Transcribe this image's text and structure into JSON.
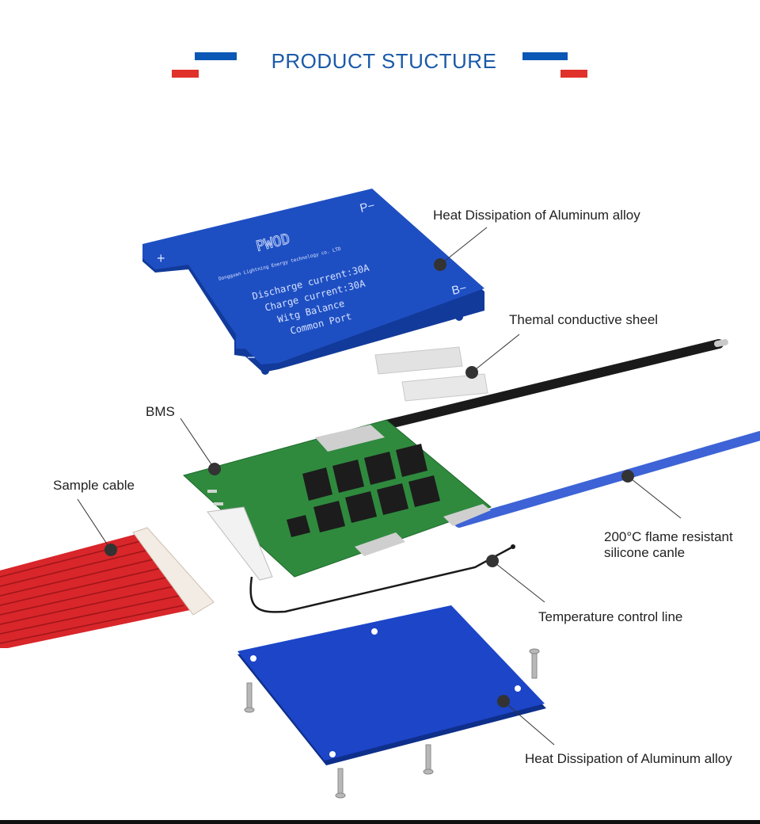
{
  "header": {
    "title": "PRODUCT STUCTURE",
    "colors": {
      "blue": "#0b57b5",
      "red": "#e0322a",
      "title": "#1a5aa8"
    }
  },
  "board": {
    "label_plus": "+",
    "label_minus": "−",
    "label_p_minus": "P−",
    "label_b_minus": "B−",
    "brand": "PWOD",
    "company": "Dongguan Lightning Energy technology co. LTD",
    "lines": [
      "Discharge current:30A",
      "Charge current:30A",
      "Witg Balance",
      "Common Port"
    ]
  },
  "callouts": {
    "heat_top": "Heat Dissipation of Aluminum alloy",
    "thermal_sheet": "Themal conductive sheel",
    "bms": "BMS",
    "sample_cable": "Sample cable",
    "silicone_line1": "200°C flame resistant",
    "silicone_line2": "silicone canle",
    "temperature_line": "Temperature control line",
    "heat_bottom": "Heat Dissipation of Aluminum alloy"
  },
  "colors": {
    "plate_blue": "#1e4fc2",
    "plate_blue_dark": "#123a9a",
    "pcb_green": "#2f8a3e",
    "cable_black": "#1a1a1a",
    "cable_blue": "#3d63d6",
    "cable_red": "#d8262a",
    "marker": "#333333"
  }
}
